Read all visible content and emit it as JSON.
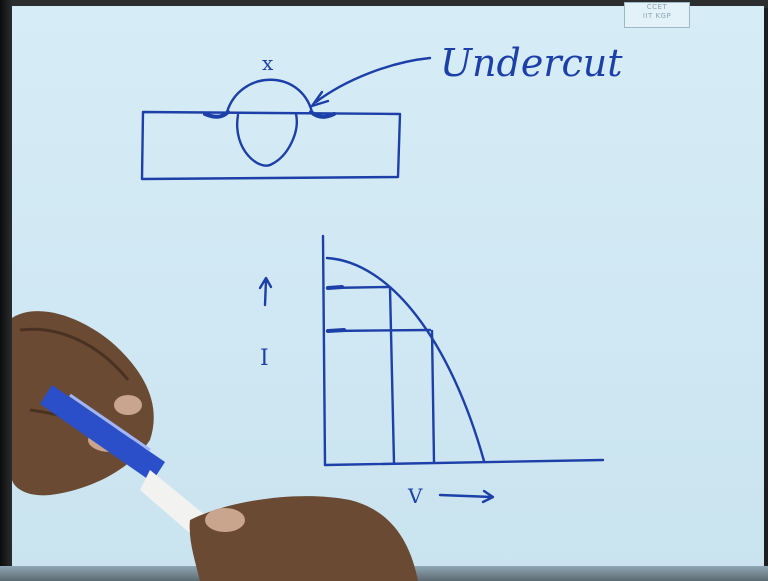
{
  "board": {
    "logo_lines": [
      "CCET",
      "IIT KGP"
    ],
    "labels": {
      "defect": "Undercut",
      "mark": "x",
      "current_axis": "I",
      "voltage_axis": "V"
    }
  },
  "colors": {
    "ink": "#1c3fa8",
    "board": "#d6ecf6",
    "skin": "#6b4a33",
    "pen_body": "#f2f2f0",
    "pen_cap": "#2a4fc9"
  }
}
